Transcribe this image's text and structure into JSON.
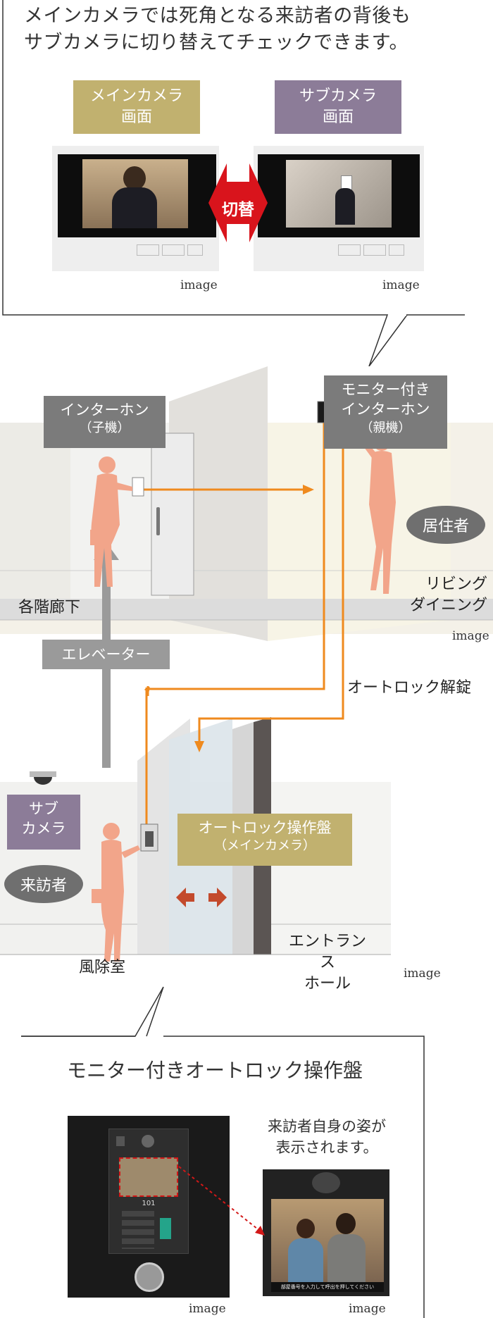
{
  "top": {
    "heading_line1": "メインカメラでは死角となる来訪者の背後も",
    "heading_line2": "サブカメラに切り替えてチェックできます。",
    "main_label_line1": "メインカメラ",
    "main_label_line2": "画面",
    "sub_label_line1": "サブカメラ",
    "sub_label_line2": "画面",
    "switch_label": "切替",
    "caption_left": "image",
    "caption_right": "image"
  },
  "scene": {
    "intercom_child_line1": "インターホン",
    "intercom_child_line2": "（子機）",
    "monitor_parent_line1": "モニター付き",
    "monitor_parent_line2": "インターホン",
    "monitor_parent_line3": "（親機）",
    "resident": "居住者",
    "living_line1": "リビング",
    "living_line2": "ダイニング",
    "corridor": "各階廊下",
    "caption_upper": "image",
    "elevator": "エレベーター",
    "unlock": "オートロック解錠",
    "sub_camera_line1": "サブ",
    "sub_camera_line2": "カメラ",
    "visitor": "来訪者",
    "panel_line1": "オートロック操作盤",
    "panel_line2": "（メインカメラ）",
    "entrance_line1": "エントランス",
    "entrance_line2": "ホール",
    "windbreak": "風除室",
    "caption_lower": "image"
  },
  "bottom": {
    "title": "モニター付きオートロック操作盤",
    "note_line1": "来訪者自身の姿が",
    "note_line2": "表示されます。",
    "panel_number": "101",
    "screen_prompt": "部屋番号を入力して呼出を押してください",
    "caption_left": "image",
    "caption_right": "image"
  },
  "colors": {
    "orange_arrow": "#ef8a1e",
    "switch_red": "#d9141c",
    "gold_label": "#c1b16f",
    "purple_label": "#8c7c98",
    "gray_label": "#7b7b7b",
    "figure_salmon": "#f2a58a"
  }
}
